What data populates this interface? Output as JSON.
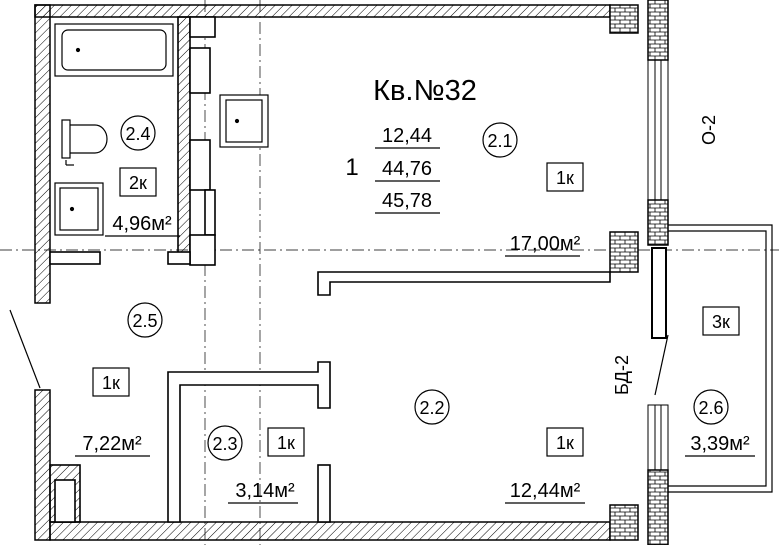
{
  "apartment": {
    "title": "Кв.№32",
    "rooms_count": "1",
    "area_living": "12,44",
    "area_total": "44,76",
    "area_with_balcony": "45,78"
  },
  "axes": {
    "axis_o2": "О-2",
    "axis_bd2": "БД-2"
  },
  "rooms": [
    {
      "id": "2.1",
      "code": "1к",
      "area": "17,00м²"
    },
    {
      "id": "2.2",
      "code": "1к",
      "area": "12,44м²"
    },
    {
      "id": "2.3",
      "code": "1к",
      "area": "3,14м²"
    },
    {
      "id": "2.4",
      "code": "2к",
      "area": "4,96м²"
    },
    {
      "id": "2.5",
      "code": "1к",
      "area": "7,22м²"
    },
    {
      "id": "2.6",
      "code": "3к",
      "area": "3,39м²"
    }
  ]
}
